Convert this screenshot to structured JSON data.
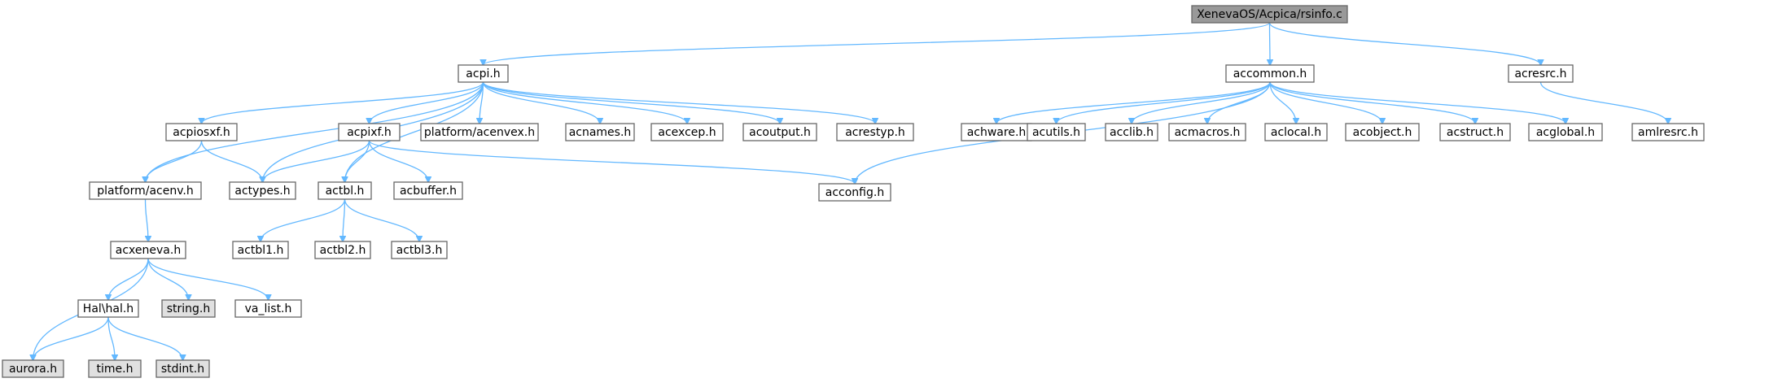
{
  "diagram": {
    "colors": {
      "edge": "#63b8ff",
      "root_fill": "#999999",
      "file_fill": "#ffffff",
      "system_fill": "#e0e0e0",
      "border": "#666666"
    },
    "nodes": [
      {
        "id": "root",
        "label": "XenevaOS/Acpica/rsinfo.c",
        "kind": "root"
      },
      {
        "id": "acpi",
        "label": "acpi.h",
        "kind": "file"
      },
      {
        "id": "accommon",
        "label": "accommon.h",
        "kind": "file"
      },
      {
        "id": "acresrc",
        "label": "acresrc.h",
        "kind": "file"
      },
      {
        "id": "acpiosxf",
        "label": "acpiosxf.h",
        "kind": "file"
      },
      {
        "id": "acpixf",
        "label": "acpixf.h",
        "kind": "file"
      },
      {
        "id": "platform_acenvex",
        "label": "platform/acenvex.h",
        "kind": "file"
      },
      {
        "id": "acnames",
        "label": "acnames.h",
        "kind": "file"
      },
      {
        "id": "acexcep",
        "label": "acexcep.h",
        "kind": "file"
      },
      {
        "id": "acoutput",
        "label": "acoutput.h",
        "kind": "file"
      },
      {
        "id": "acrestyp",
        "label": "acrestyp.h",
        "kind": "file"
      },
      {
        "id": "achware",
        "label": "achware.h",
        "kind": "file"
      },
      {
        "id": "acutils",
        "label": "acutils.h",
        "kind": "file"
      },
      {
        "id": "acclib",
        "label": "acclib.h",
        "kind": "file"
      },
      {
        "id": "acmacros",
        "label": "acmacros.h",
        "kind": "file"
      },
      {
        "id": "aclocal",
        "label": "aclocal.h",
        "kind": "file"
      },
      {
        "id": "acobject",
        "label": "acobject.h",
        "kind": "file"
      },
      {
        "id": "acstruct",
        "label": "acstruct.h",
        "kind": "file"
      },
      {
        "id": "acglobal",
        "label": "acglobal.h",
        "kind": "file"
      },
      {
        "id": "amlresrc",
        "label": "amlresrc.h",
        "kind": "file"
      },
      {
        "id": "platform_acenv",
        "label": "platform/acenv.h",
        "kind": "file"
      },
      {
        "id": "actypes",
        "label": "actypes.h",
        "kind": "file"
      },
      {
        "id": "actbl",
        "label": "actbl.h",
        "kind": "file"
      },
      {
        "id": "acbuffer",
        "label": "acbuffer.h",
        "kind": "file"
      },
      {
        "id": "acconfig",
        "label": "acconfig.h",
        "kind": "file"
      },
      {
        "id": "acxeneva",
        "label": "acxeneva.h",
        "kind": "file"
      },
      {
        "id": "actbl1",
        "label": "actbl1.h",
        "kind": "file"
      },
      {
        "id": "actbl2",
        "label": "actbl2.h",
        "kind": "file"
      },
      {
        "id": "actbl3",
        "label": "actbl3.h",
        "kind": "file"
      },
      {
        "id": "hal",
        "label": "Hal\\hal.h",
        "kind": "file"
      },
      {
        "id": "string",
        "label": "string.h",
        "kind": "system"
      },
      {
        "id": "va_list",
        "label": "va_list.h",
        "kind": "file"
      },
      {
        "id": "aurora",
        "label": "aurora.h",
        "kind": "system"
      },
      {
        "id": "time",
        "label": "time.h",
        "kind": "system"
      },
      {
        "id": "stdint",
        "label": "stdint.h",
        "kind": "system"
      }
    ],
    "edges": [
      [
        "root",
        "acpi"
      ],
      [
        "root",
        "accommon"
      ],
      [
        "root",
        "acresrc"
      ],
      [
        "acpi",
        "platform_acenv"
      ],
      [
        "acpi",
        "acpiosxf"
      ],
      [
        "acpi",
        "actypes"
      ],
      [
        "acpi",
        "actbl"
      ],
      [
        "acpi",
        "acpixf"
      ],
      [
        "acpi",
        "platform_acenvex"
      ],
      [
        "acpi",
        "acnames"
      ],
      [
        "acpi",
        "acexcep"
      ],
      [
        "acpi",
        "acoutput"
      ],
      [
        "acpi",
        "acrestyp"
      ],
      [
        "accommon",
        "achware"
      ],
      [
        "accommon",
        "acutils"
      ],
      [
        "accommon",
        "acclib"
      ],
      [
        "accommon",
        "acconfig"
      ],
      [
        "accommon",
        "acmacros"
      ],
      [
        "accommon",
        "aclocal"
      ],
      [
        "accommon",
        "acobject"
      ],
      [
        "accommon",
        "acstruct"
      ],
      [
        "accommon",
        "acglobal"
      ],
      [
        "acresrc",
        "amlresrc"
      ],
      [
        "acpiosxf",
        "platform_acenv"
      ],
      [
        "acpiosxf",
        "actypes"
      ],
      [
        "acpixf",
        "actypes"
      ],
      [
        "acpixf",
        "actbl"
      ],
      [
        "acpixf",
        "acbuffer"
      ],
      [
        "acpixf",
        "acconfig"
      ],
      [
        "platform_acenv",
        "acxeneva"
      ],
      [
        "actbl",
        "actbl1"
      ],
      [
        "actbl",
        "actbl2"
      ],
      [
        "actbl",
        "actbl3"
      ],
      [
        "acxeneva",
        "aurora"
      ],
      [
        "acxeneva",
        "hal"
      ],
      [
        "acxeneva",
        "string"
      ],
      [
        "acxeneva",
        "va_list"
      ],
      [
        "hal",
        "aurora"
      ],
      [
        "hal",
        "time"
      ],
      [
        "hal",
        "stdint"
      ]
    ]
  }
}
